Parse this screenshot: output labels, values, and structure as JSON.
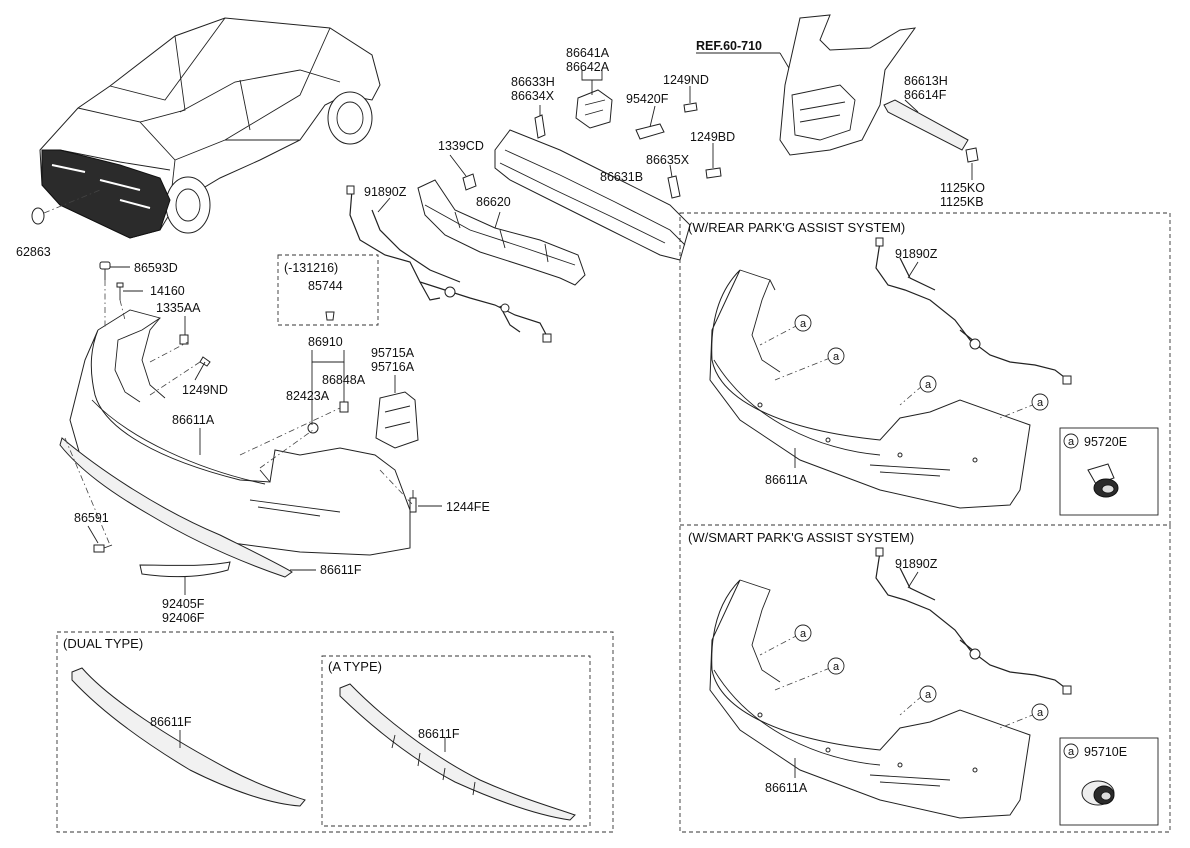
{
  "ref_label": "REF.60-710",
  "parts": {
    "p62863": "62863",
    "p86593D": "86593D",
    "p14160": "14160",
    "p1335AA": "1335AA",
    "p1249ND_a": "1249ND",
    "p86611A_main": "86611A",
    "p86591": "86591",
    "p86611F_main": "86611F",
    "p92405F": "92405F",
    "p92406F": "92406F",
    "p131216": "(-131216)",
    "p85744": "85744",
    "p86910": "86910",
    "p86848A": "86848A",
    "p82423A": "82423A",
    "p95715A": "95715A",
    "p95716A": "95716A",
    "p1244FE": "1244FE",
    "p91890Z_main": "91890Z",
    "p86620": "86620",
    "p1339CD": "1339CD",
    "p86633H": "86633H",
    "p86634X": "86634X",
    "p86641A": "86641A",
    "p86642A": "86642A",
    "p95420F": "95420F",
    "p1249ND_b": "1249ND",
    "p1249BD": "1249BD",
    "p86635X": "86635X",
    "p86631B": "86631B",
    "p86613H": "86613H",
    "p86614F": "86614F",
    "p1125KO": "1125KO",
    "p1125KB": "1125KB"
  },
  "boxes": {
    "dual_type": "(DUAL TYPE)",
    "dual_part": "86611F",
    "a_type": "(A TYPE)",
    "a_part": "86611F",
    "rear_header": "(W/REAR PARK'G ASSIST SYSTEM)",
    "rear_harness": "91890Z",
    "rear_bumper": "86611A",
    "rear_sensor": "95720E",
    "smart_header": "(W/SMART PARK'G ASSIST SYSTEM)",
    "smart_harness": "91890Z",
    "smart_bumper": "86611A",
    "smart_sensor": "95710E",
    "callout": "a"
  }
}
